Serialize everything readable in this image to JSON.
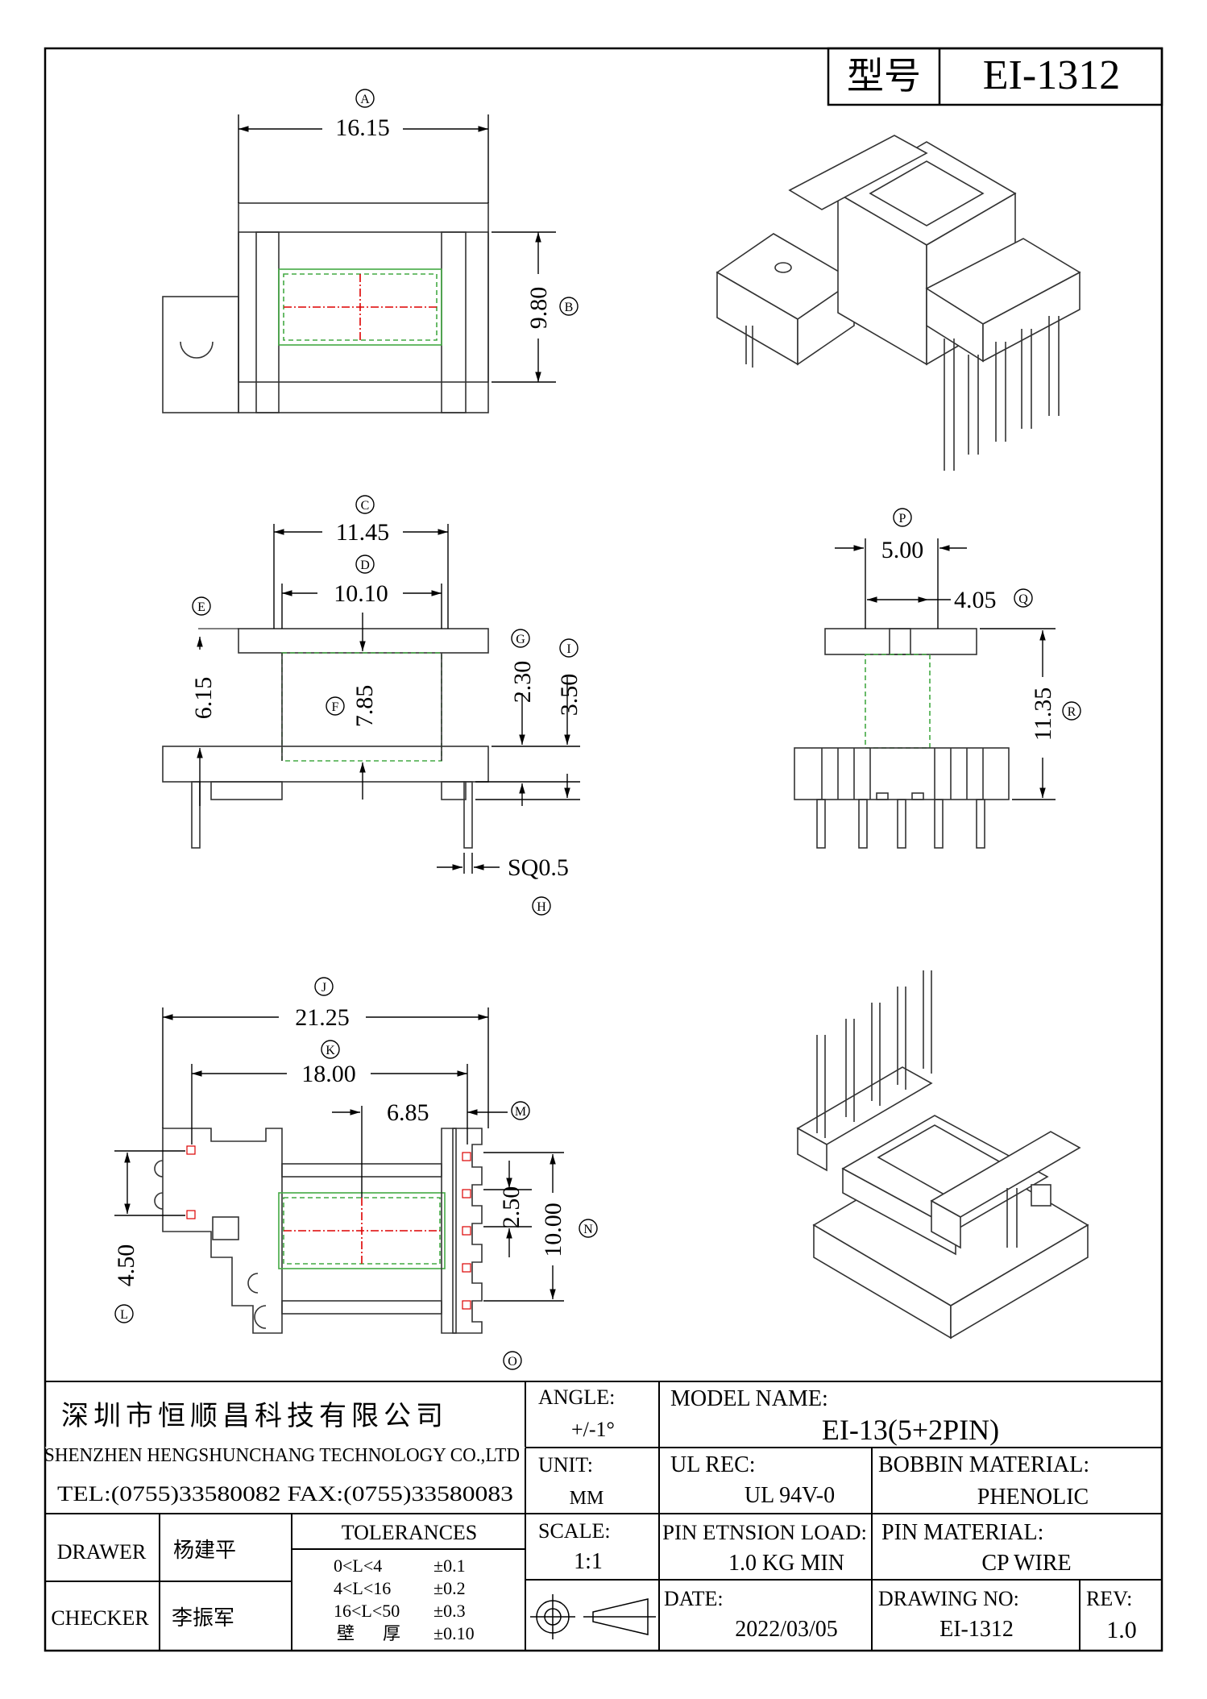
{
  "header": {
    "model_label": "型号",
    "model_value": "EI-1312"
  },
  "dimensions": {
    "A": {
      "circle": "A",
      "value": "16.15"
    },
    "B": {
      "circle": "B",
      "value": "9.80"
    },
    "C": {
      "circle": "C",
      "value": "11.45"
    },
    "D": {
      "circle": "D",
      "value": "10.10"
    },
    "E": {
      "circle": "E",
      "value": "6.15"
    },
    "F": {
      "circle": "F",
      "value": "7.85"
    },
    "G": {
      "circle": "G",
      "value": "2.30"
    },
    "I": {
      "circle": "I",
      "value": "3.50"
    },
    "H": {
      "circle": "H",
      "value": "SQ0.5"
    },
    "P": {
      "circle": "P",
      "value": "5.00"
    },
    "Q": {
      "circle": "Q",
      "value": "4.05"
    },
    "R": {
      "circle": "R",
      "value": "11.35"
    },
    "J": {
      "circle": "J",
      "value": "21.25"
    },
    "K": {
      "circle": "K",
      "value": "18.00"
    },
    "M": {
      "circle": "M",
      "value": "6.85"
    },
    "N": {
      "circle": "N",
      "value": "10.00"
    },
    "O": {
      "circle": "O",
      "value": "2.50"
    },
    "L": {
      "circle": "L",
      "value": "4.50"
    }
  },
  "title_block": {
    "company_cn": "深圳市恒顺昌科技有限公司",
    "company_en": "SHENZHEN HENGSHUNCHANG TECHNOLOGY CO.,LTD",
    "contact": "TEL:(0755)33580082 FAX:(0755)33580083",
    "angle_label": "ANGLE:",
    "angle_value": "+/-1°",
    "unit_label": "UNIT:",
    "unit_value": "MM",
    "scale_label": "SCALE:",
    "scale_value": "1:1",
    "model_name_label": "MODEL NAME:",
    "model_name_value": "EI-13(5+2PIN)",
    "ul_label": "UL REC:",
    "ul_value": "UL 94V-0",
    "bobbin_label": "BOBBIN MATERIAL:",
    "bobbin_value": "PHENOLIC",
    "pin_load_label": "PIN ETNSION LOAD:",
    "pin_load_value": "1.0 KG MIN",
    "pin_material_label": "PIN MATERIAL:",
    "pin_material_value": "CP WIRE",
    "date_label": "DATE:",
    "date_value": "2022/03/05",
    "drawing_no_label": "DRAWING NO:",
    "drawing_no_value": "EI-1312",
    "rev_label": "REV:",
    "rev_value": "1.0",
    "drawer_label": "DRAWER",
    "drawer_name": "杨建平",
    "checker_label": "CHECKER",
    "checker_name": "李振军",
    "tolerances_label": "TOLERANCES",
    "tolerances": [
      {
        "range": "0<L<4",
        "value": "±0.1"
      },
      {
        "range": "4<L<16",
        "value": "±0.2"
      },
      {
        "range": "16<L<50",
        "value": "±0.3"
      },
      {
        "range": "壁 厚",
        "value": "±0.10"
      }
    ]
  }
}
